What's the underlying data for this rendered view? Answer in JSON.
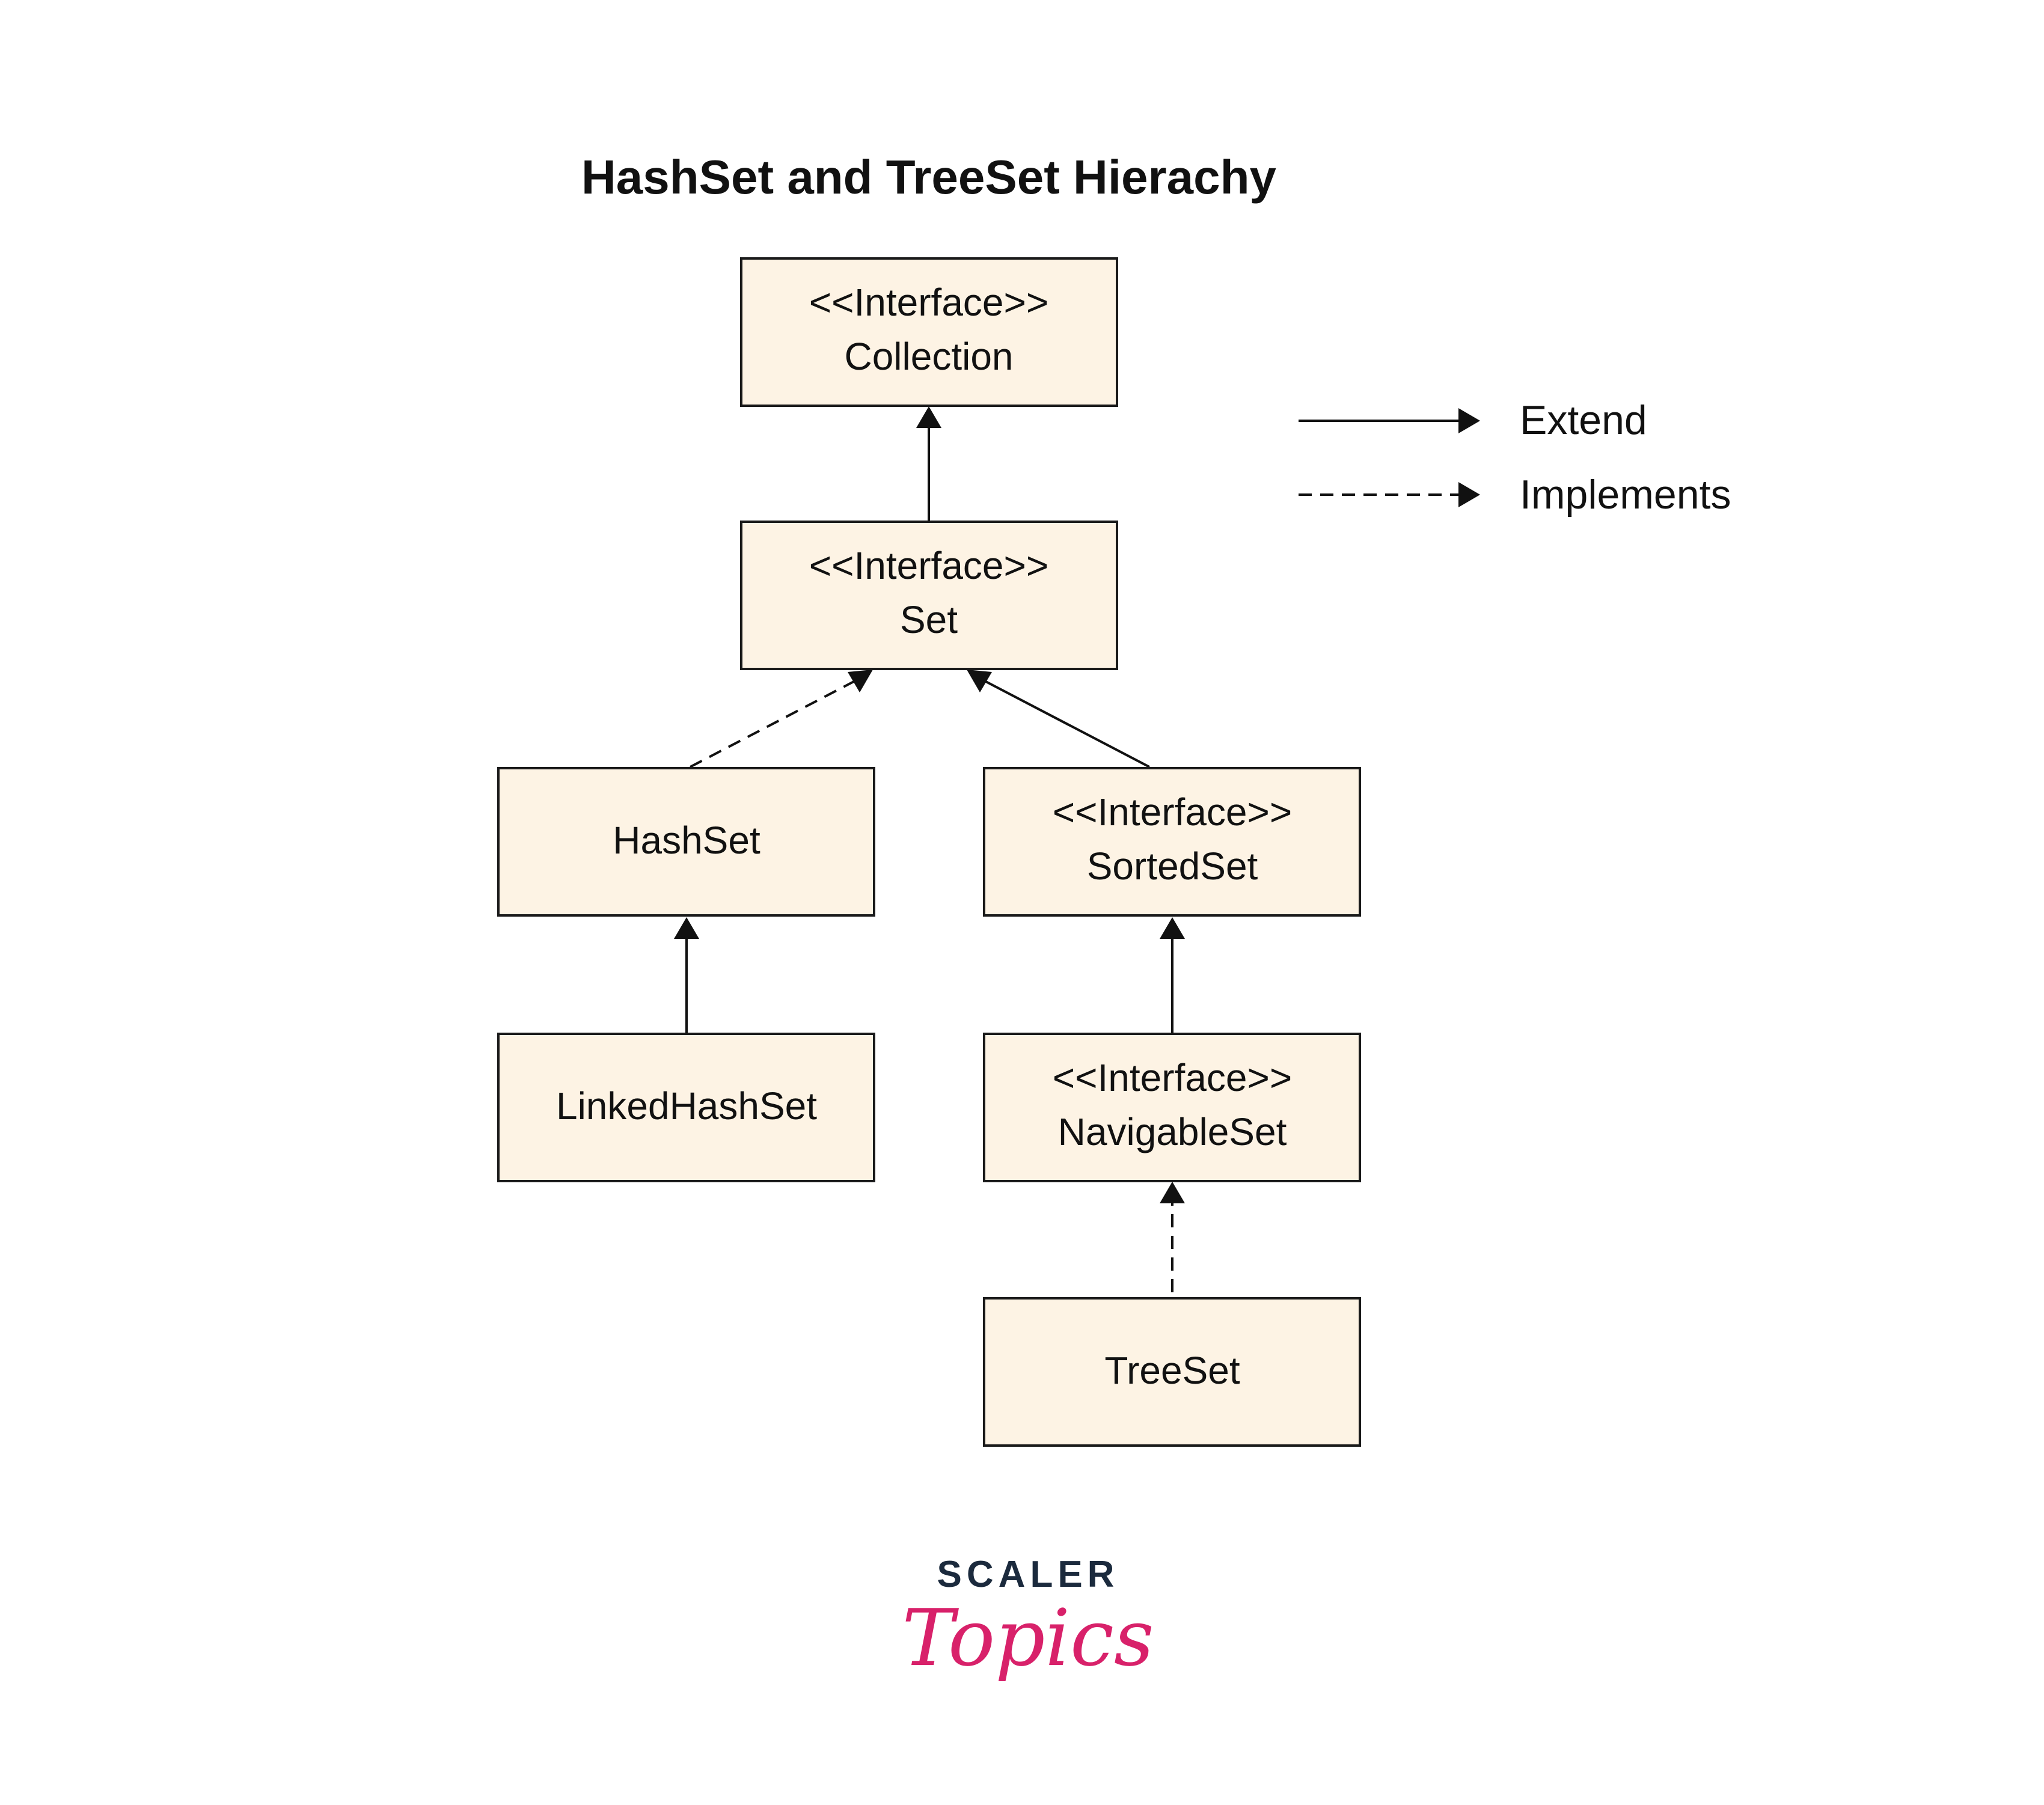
{
  "title": "HashSet and TreeSet Hierachy",
  "nodes": {
    "collection": {
      "stereotype": "<<Interface>>",
      "name": "Collection"
    },
    "set": {
      "stereotype": "<<Interface>>",
      "name": "Set"
    },
    "hashset": {
      "name": "HashSet"
    },
    "sortedset": {
      "stereotype": "<<Interface>>",
      "name": "SortedSet"
    },
    "linkedhashset": {
      "name": "LinkedHashSet"
    },
    "navigableset": {
      "stereotype": "<<Interface>>",
      "name": "NavigableSet"
    },
    "treeset": {
      "name": "TreeSet"
    }
  },
  "edges": [
    {
      "from": "set",
      "to": "collection",
      "kind": "extend"
    },
    {
      "from": "hashset",
      "to": "set",
      "kind": "implements"
    },
    {
      "from": "sortedset",
      "to": "set",
      "kind": "extend"
    },
    {
      "from": "linkedhashset",
      "to": "hashset",
      "kind": "extend"
    },
    {
      "from": "navigableset",
      "to": "sortedset",
      "kind": "extend"
    },
    {
      "from": "treeset",
      "to": "navigableset",
      "kind": "implements"
    }
  ],
  "legend": {
    "extend": "Extend",
    "implements": "Implements"
  },
  "logo": {
    "top": "SCALER",
    "script": "Topics"
  },
  "colors": {
    "node_fill": "#fdf3e4",
    "node_stroke": "#1a1a1a",
    "logo_dark": "#1b2a3d",
    "logo_pink": "#d8216a"
  }
}
